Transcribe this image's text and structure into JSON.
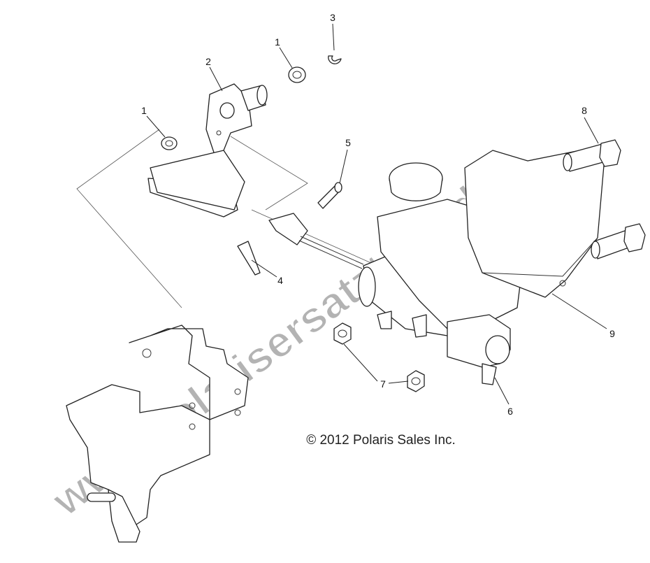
{
  "diagram": {
    "callouts": [
      {
        "id": "1",
        "label": "1",
        "part": "bushing-left"
      },
      {
        "id": "1b",
        "label": "1",
        "part": "bushing-top"
      },
      {
        "id": "2",
        "label": "2",
        "part": "brake-pedal"
      },
      {
        "id": "3",
        "label": "3",
        "part": "e-clip"
      },
      {
        "id": "4",
        "label": "4",
        "part": "cotter-pin"
      },
      {
        "id": "5",
        "label": "5",
        "part": "clevis-pin"
      },
      {
        "id": "6",
        "label": "6",
        "part": "master-cylinder"
      },
      {
        "id": "7",
        "label": "7",
        "part": "nut"
      },
      {
        "id": "8",
        "label": "8",
        "part": "bolt"
      },
      {
        "id": "9",
        "label": "9",
        "part": "mounting-bracket"
      }
    ],
    "copyright": "© 2012 Polaris Sales Inc.",
    "watermark": "www.polarisersatzteile.de"
  }
}
